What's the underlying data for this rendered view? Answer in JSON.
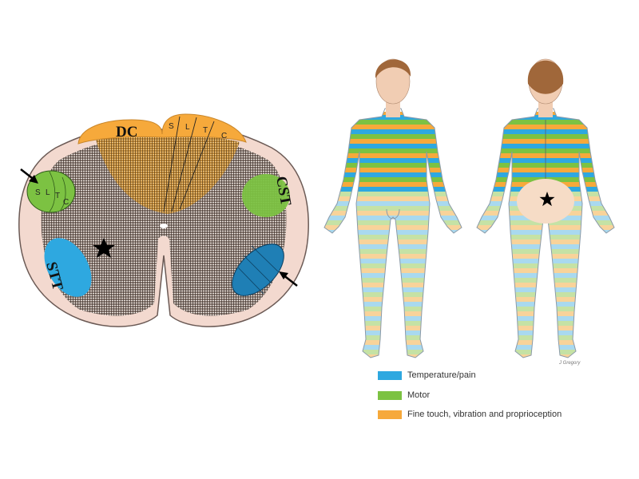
{
  "cord": {
    "dc_label": "DC",
    "dc_segments": [
      "S",
      "L",
      "T",
      "C"
    ],
    "cst_left_segments": [
      "S",
      "L",
      "T",
      "C"
    ],
    "cst_label": "CST",
    "stt_label": "STT"
  },
  "bodies": {
    "credit": "J Gregory"
  },
  "legend": [
    {
      "label": "Temperature/pain",
      "color": "#2ea8e0"
    },
    {
      "label": "Motor",
      "color": "#7cc242"
    },
    {
      "label": "Fine touch, vibration and proprioception",
      "color": "#f6a93b"
    }
  ],
  "colors": {
    "tissue": "#f3d9cf",
    "grey_matter": "#7d6e66",
    "orange": "#f6a93b",
    "green": "#7cc242",
    "blue": "#2ea8e0"
  }
}
